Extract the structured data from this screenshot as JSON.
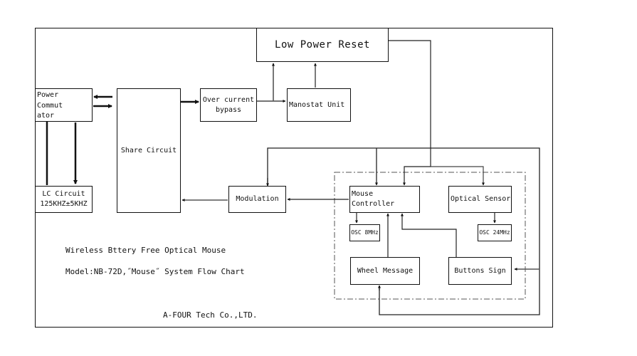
{
  "diagram": {
    "title": "Wireless Bttery Free Optical Mouse",
    "subtitle": "Model:NB-72D,˝Mouse˝ System Flow Chart",
    "company": "A-FOUR Tech Co.,LTD.",
    "blocks": {
      "low_power_reset": "Low Power Reset",
      "power_commutator": "Power\nCommut\nator",
      "share_circuit": "Share Circuit",
      "over_current_bypass": "Over current\nbypass",
      "manostat_unit": "Manostat Unit",
      "lc_circuit": "LC Circuit\n125KHZ±5KHZ",
      "modulation": "Modulation",
      "mouse_controller": "Mouse Controller",
      "optical_sensor": "Optical Sensor",
      "osc_8mhz": "OSC 8MHz",
      "osc_24mhz": "OSC 24MHz",
      "wheel_message": "Wheel Message",
      "buttons_sign": "Buttons Sign"
    },
    "connections": [
      {
        "from": "share_circuit",
        "to": "power_commutator"
      },
      {
        "from": "power_commutator",
        "to": "share_circuit"
      },
      {
        "from": "share_circuit",
        "to": "over_current_bypass"
      },
      {
        "from": "over_current_bypass",
        "to": "manostat_unit"
      },
      {
        "from": "over_current_bypass",
        "to": "low_power_reset"
      },
      {
        "from": "manostat_unit",
        "to": "low_power_reset"
      },
      {
        "from": "power_commutator",
        "to": "lc_circuit"
      },
      {
        "from": "lc_circuit",
        "to": "power_commutator"
      },
      {
        "from": "low_power_reset",
        "to": "mouse_controller"
      },
      {
        "from": "low_power_reset",
        "to": "optical_sensor"
      },
      {
        "from": "mouse_controller",
        "to": "modulation"
      },
      {
        "from": "modulation",
        "to": "share_circuit"
      },
      {
        "from": "mouse_controller",
        "to": "osc_8mhz"
      },
      {
        "from": "optical_sensor",
        "to": "osc_24mhz"
      },
      {
        "from": "wheel_message",
        "to": "mouse_controller"
      },
      {
        "from": "buttons_sign",
        "to": "mouse_controller"
      },
      {
        "from": "power_bus",
        "to": "modulation"
      },
      {
        "from": "power_bus",
        "to": "mouse_controller"
      },
      {
        "from": "power_bus",
        "to": "buttons_sign"
      },
      {
        "from": "power_bus",
        "to": "wheel_message"
      }
    ]
  }
}
